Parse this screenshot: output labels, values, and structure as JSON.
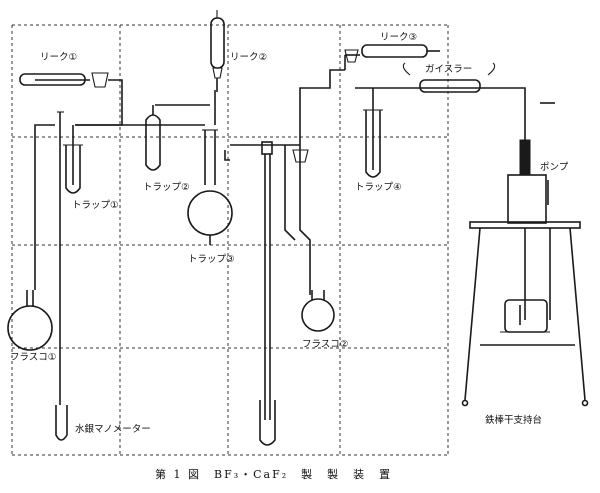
{
  "labels": {
    "leak1": "リーク①",
    "leak2": "リーク②",
    "leak3": "リーク③",
    "geissler": "ガイスラー",
    "trap1": "トラップ①",
    "trap2": "トラップ②",
    "trap3": "トラップ③",
    "trap4": "トラップ④",
    "flask1": "フラスコ①",
    "flask2": "フラスコ②",
    "pump": "ポンプ",
    "manometer": "水銀マノメーター",
    "stand": "鉄棒干支持台"
  },
  "caption": "第 1 図　BF₃・CaF₂　製　製　装　置"
}
